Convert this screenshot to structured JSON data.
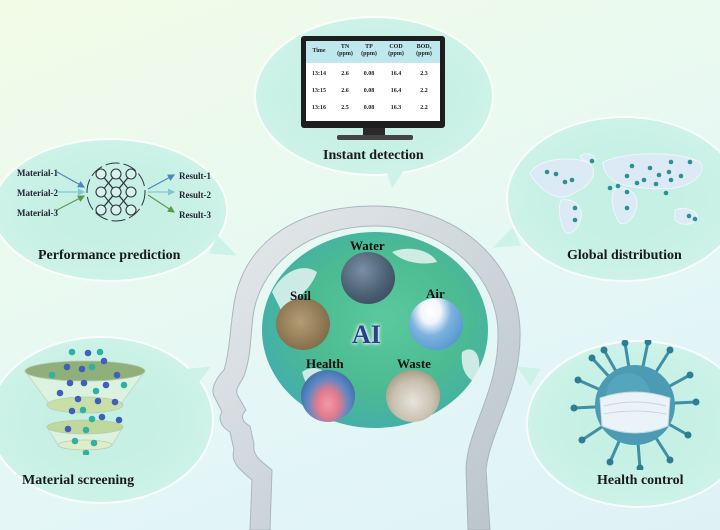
{
  "diagram": {
    "center": {
      "title": "AI",
      "topics": [
        {
          "label": "Water",
          "image": "water-surface"
        },
        {
          "label": "Soil",
          "image": "soil"
        },
        {
          "label": "Air",
          "image": "sky-clouds"
        },
        {
          "label": "Health",
          "image": "lungs"
        },
        {
          "label": "Waste",
          "image": "waste-pile"
        }
      ]
    },
    "bubbles": {
      "instant_detection": {
        "caption": "Instant detection",
        "table": {
          "headers": [
            {
              "name": "Time",
              "unit": ""
            },
            {
              "name": "TN",
              "unit": "(ppm)"
            },
            {
              "name": "TP",
              "unit": "(ppm)"
            },
            {
              "name": "COD",
              "unit": "(ppm)"
            },
            {
              "name": "BOD₅",
              "unit": "(ppm)"
            }
          ],
          "rows": [
            [
              "13:14",
              "2.6",
              "0.08",
              "16.4",
              "2.3"
            ],
            [
              "13:15",
              "2.6",
              "0.08",
              "16.4",
              "2.2"
            ],
            [
              "13:16",
              "2.5",
              "0.08",
              "16.3",
              "2.2"
            ]
          ]
        }
      },
      "performance_prediction": {
        "caption": "Performance prediction",
        "inputs": [
          "Material-1",
          "Material-2",
          "Material-3"
        ],
        "outputs": [
          "Result-1",
          "Result-2",
          "Result-3"
        ]
      },
      "global_distribution": {
        "caption": "Global distribution"
      },
      "material_screening": {
        "caption": "Material screening"
      },
      "health_control": {
        "caption": "Health control"
      }
    },
    "colors": {
      "bubble": "#c6f0e4",
      "globe_land": "#3eb88a",
      "globe_ocean": "#2f9fb0",
      "ai_text": "#2b3f8f",
      "head": "#c9d1d6",
      "dot_blue": "#3f5fb8",
      "dot_teal": "#2fb0a0"
    }
  }
}
